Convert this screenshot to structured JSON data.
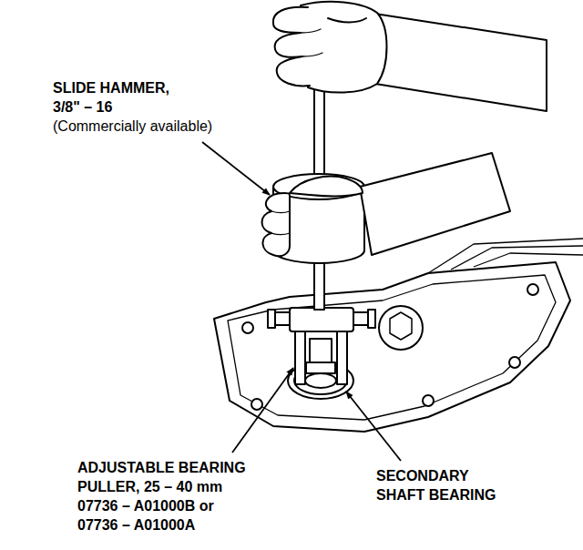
{
  "diagram": {
    "labels": [
      "SLIDE HAMMER, 3/8\" – 16",
      "(Commercially available)",
      "ADJUSTABLE BEARING PULLER, 25 – 40 mm 07736 – A01000B or 07736 – A01000A",
      "SECONDARY SHAFT BEARING"
    ]
  }
}
